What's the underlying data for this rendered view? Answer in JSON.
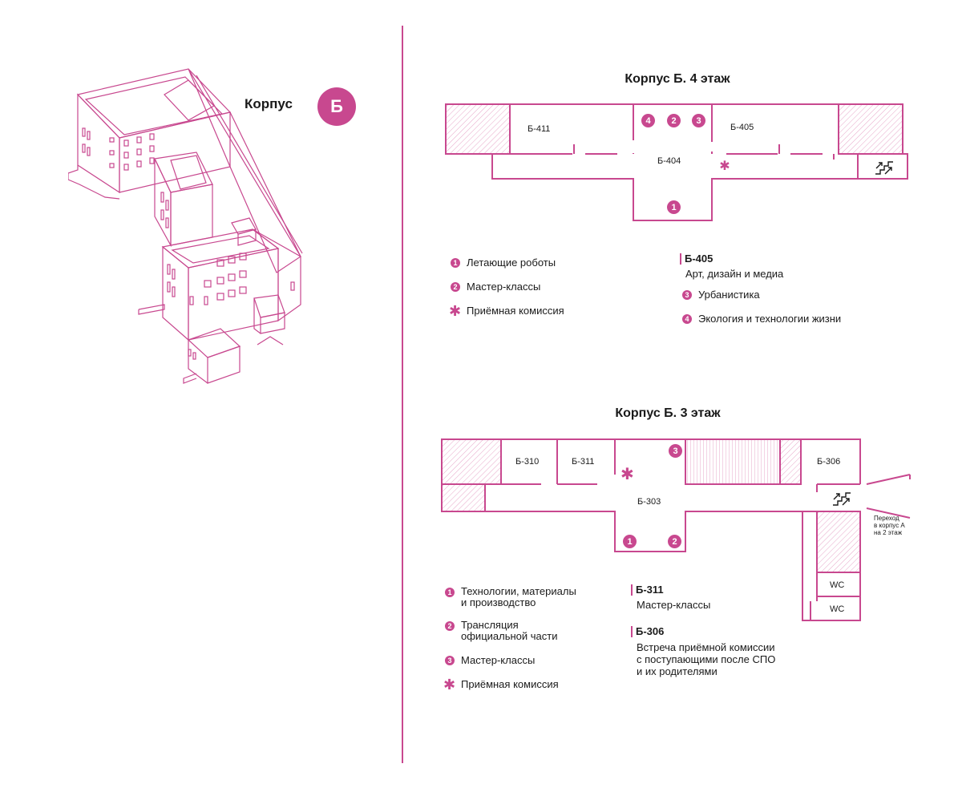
{
  "korpus": {
    "title": "Корпус",
    "letter": "Б"
  },
  "floor4": {
    "title": "Корпус Б. 4 этаж",
    "rooms": {
      "r411": "Б-411",
      "r405": "Б-405",
      "r404": "Б-404"
    },
    "markers": {
      "m4": "4",
      "m2": "2",
      "m3": "3",
      "m1": "1"
    },
    "legend": [
      {
        "num": "1",
        "label": "Летающие роботы"
      },
      {
        "num": "2",
        "label": "Мастер-классы"
      },
      {
        "num": "*",
        "label": "Приёмная комиссия"
      }
    ],
    "room_note": {
      "code": "Б-405",
      "desc": "Арт, дизайн и медиа"
    },
    "legend_right": [
      {
        "num": "3",
        "label": "Урбанистика"
      },
      {
        "num": "4",
        "label": "Экология и технологии жизни"
      }
    ]
  },
  "floor3": {
    "title": "Корпус Б. 3 этаж",
    "rooms": {
      "r310": "Б-310",
      "r311": "Б-311",
      "r306": "Б-306",
      "r303": "Б-303",
      "wc1": "WC",
      "wc2": "WC"
    },
    "markers": {
      "m3": "3",
      "m1": "1",
      "m2": "2"
    },
    "transfer": "Переход\nв корпус А\nна 2 этаж",
    "legend": [
      {
        "num": "1",
        "label": "Технологии, материалы\nи производство"
      },
      {
        "num": "2",
        "label": "Трансляция\nофициальной части"
      },
      {
        "num": "3",
        "label": "Мастер-классы"
      },
      {
        "num": "*",
        "label": "Приёмная комиссия"
      }
    ],
    "room_notes": [
      {
        "code": "Б-311",
        "desc": "Мастер-классы"
      },
      {
        "code": "Б-306",
        "desc": "Встреча приёмной комиссии\nс поступающими после СПО\nи их родителями"
      }
    ]
  },
  "colors": {
    "accent": "#c8488f",
    "text": "#1a1a1a"
  }
}
